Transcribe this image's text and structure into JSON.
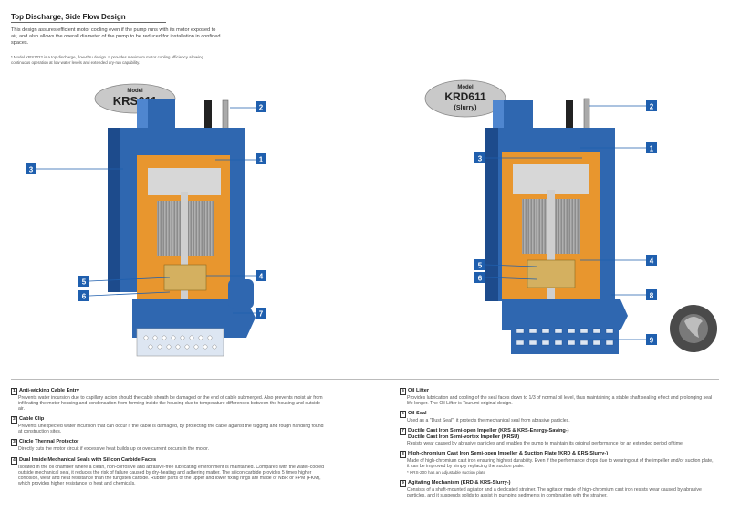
{
  "header": {
    "title": "Top Discharge, Side Flow Design",
    "intro": "This design assures efficient motor cooling even if the pump runs with its motor exposed to air, and also allows the overall diameter of the pump to be reduced for installation in confined spaces.",
    "note": "* Model KRS1022 is a top discharge, flow-thru design. It provides maximum motor cooling efficiency allowing continuous operation at low water levels and extended dry-run capability."
  },
  "models": [
    {
      "label": "Model",
      "name": "KRS611",
      "sub": ""
    },
    {
      "label": "Model",
      "name": "KRD611",
      "sub": "(Slurry)"
    }
  ],
  "callouts_left": [
    "1",
    "2",
    "3",
    "4",
    "5",
    "6",
    "7"
  ],
  "callouts_right": [
    "1",
    "2",
    "3",
    "4",
    "5",
    "6",
    "8",
    "9"
  ],
  "features": [
    {
      "num": "1",
      "title": "Anti-wicking Cable Entry",
      "subtitle": "",
      "body": "Prevents water incursion due to capillary action should the cable sheath be damaged or the end of cable submerged. Also prevents moist air from infiltrating the motor housing and condensation from forming inside the housing due to temperature differences between the housing and outside air.",
      "note": ""
    },
    {
      "num": "2",
      "title": "Cable Clip",
      "subtitle": "",
      "body": "Prevents unexpected water incursion that can occur if the cable is damaged, by protecting the cable against the tugging and rough handling found at construction sites.",
      "note": ""
    },
    {
      "num": "3",
      "title": "Circle Thermal Protector",
      "subtitle": "",
      "body": "Directly cuts the motor circuit if excessive heat builds up or overcurrent occurs in the motor.",
      "note": ""
    },
    {
      "num": "4",
      "title": "Dual Inside Mechanical Seals with Silicon Carbide Faces",
      "subtitle": "",
      "body": "Isolated in the oil chamber where a clean, non-corrosive and abrasive-free lubricating environment is maintained. Compared with the water-cooled outside mechanical seal, it reduces the risk of failure caused by dry-heating and adhering matter. The silicon carbide provides 5 times higher corrosion, wear and heat resistance than the tungsten carbide. Rubber parts of the upper and lower fixing rings are made of NBR or FPM (FKM), which provides higher resistance to heat and chemicals.",
      "note": ""
    },
    {
      "num": "5",
      "title": "Oil Lifter",
      "subtitle": "",
      "body": "Provides lubrication and cooling of the seal faces down to 1/3 of normal oil level, thus maintaining a stable shaft sealing effect and prolonging seal life longer. The Oil Lifter is Tsurumi original design.",
      "note": ""
    },
    {
      "num": "6",
      "title": "Oil Seal",
      "subtitle": "",
      "body": "Used as a \"Dust Seal\", it protects the mechanical seal from abrasive particles.",
      "note": ""
    },
    {
      "num": "7",
      "title": "Ductile Cast Iron Semi-open Impeller (KRS & KRS-Energy-Saving-)",
      "subtitle": "Ductile Cast Iron Semi-vortex Impeller (KRSU)",
      "body": "Resists wear caused by abrasive particles and enables the pump to maintain its original performance for an extended period of time.",
      "note": ""
    },
    {
      "num": "8",
      "title": "High-chromium Cast Iron Semi-open Impeller & Suction Plate (KRD & KRS-Slurry-)",
      "subtitle": "",
      "body": "Made of high-chromium cast iron ensuring highest durability. Even if the performance drops due to wearing out of the impeller and/or suction plate, it can be improved by simply replacing the suction plate.",
      "note": "* KRS-200 has an adjustable suction plate"
    },
    {
      "num": "9",
      "title": "Agitating Mechanism (KRD & KRS-Slurry-)",
      "subtitle": "",
      "body": "Consists of a shaft-mounted agitator and a dedicated strainer. The agitator made of high-chromium cast iron resists wear caused by abrasive particles, and it suspends solids to assist in pumping sediments in combination with the strainer.",
      "note": ""
    }
  ],
  "colors": {
    "housing_blue": "#2f67b0",
    "housing_dark": "#1d4b8c",
    "section_orange": "#e8962e",
    "motor_gray": "#8c8c8c",
    "callout_blue": "#1f5fae",
    "badge_gray": "#c9c9c9"
  }
}
